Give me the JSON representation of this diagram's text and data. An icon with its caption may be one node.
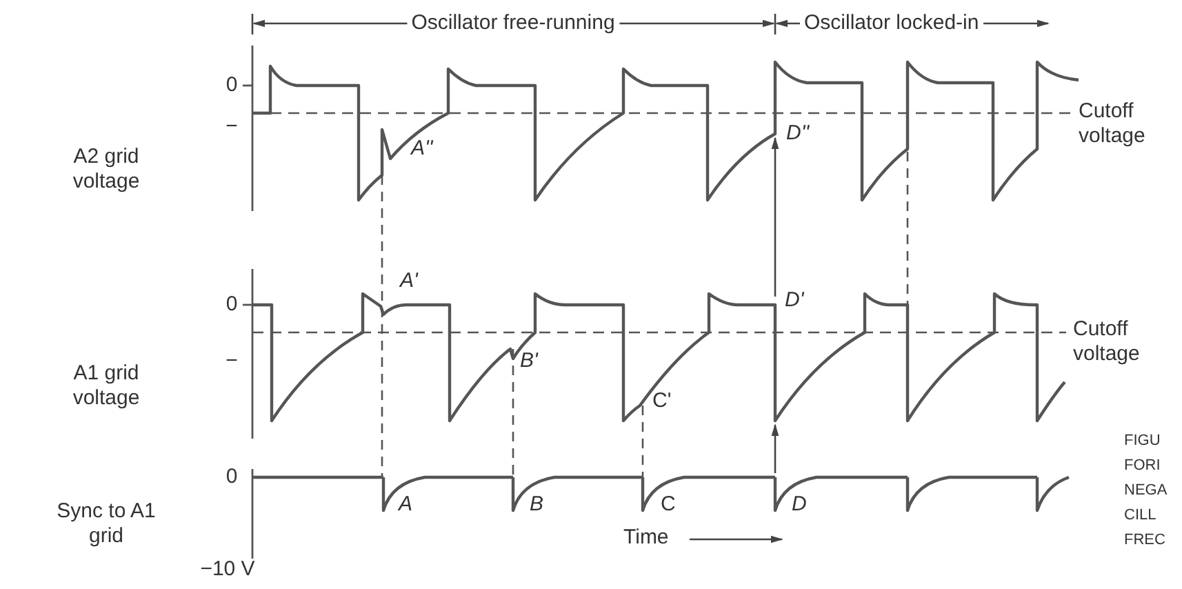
{
  "diagram": {
    "labels": [
      "Oscillator free-running",
      "Oscillator locked-in",
      "0",
      "−",
      "A2 grid voltage",
      "A''",
      "Cutoff voltage",
      "D''",
      "A'",
      "0",
      "D'",
      "−",
      "A1 grid voltage",
      "B'",
      "Cutoff voltage",
      "C'",
      "0",
      "A",
      "B",
      "C",
      "D",
      "Sync to A1 grid",
      "Time",
      "−10 V",
      "FIGU",
      "FORI",
      "NEGA",
      "CILL",
      "FREC"
    ]
  }
}
